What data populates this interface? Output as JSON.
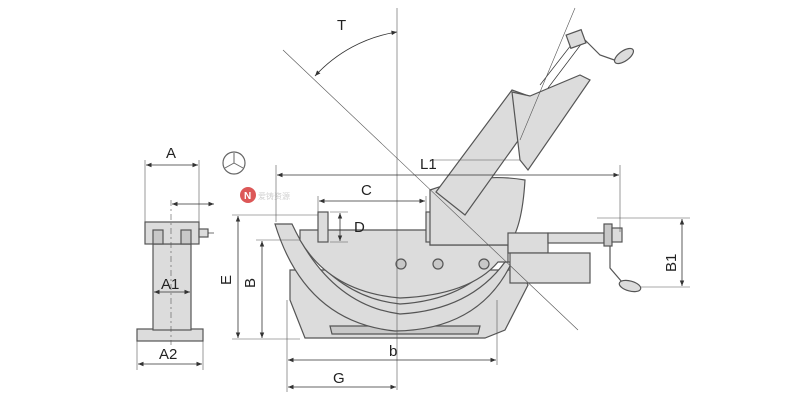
{
  "labels": {
    "A": "A",
    "A1": "A1",
    "A2": "A2",
    "T": "T",
    "L1": "L1",
    "C": "C",
    "D": "D",
    "E": "E",
    "B": "B",
    "b": "b",
    "G": "G",
    "B1": "B1"
  },
  "watermark": {
    "logo_letter": "N",
    "chinese": "爱铸资源"
  },
  "colors": {
    "metal_fill": "#dcdcdc",
    "line": "#555555",
    "watermark_red": "#d63a3a"
  }
}
